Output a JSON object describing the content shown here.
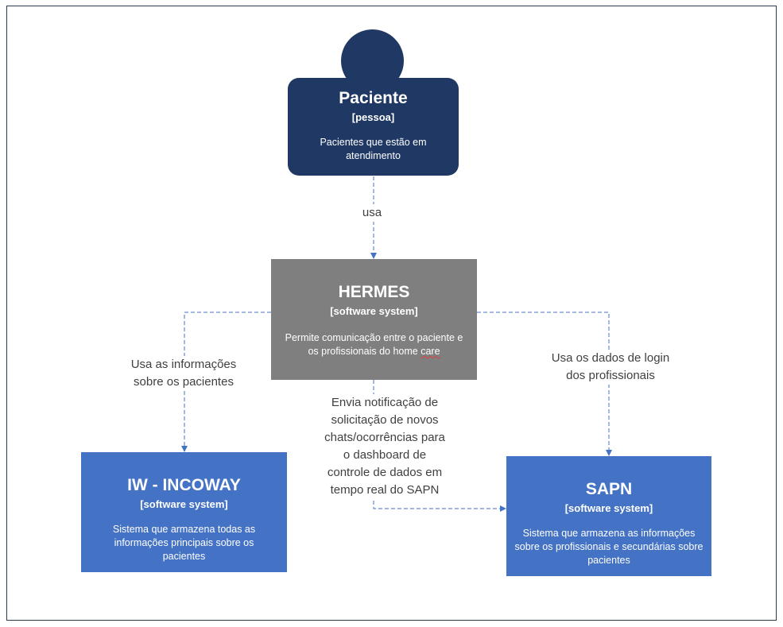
{
  "person": {
    "title": "Paciente",
    "type": "[pessoa]",
    "description": "Pacientes que estão em atendimento"
  },
  "hermes": {
    "title": "HERMES",
    "type": "[software system]",
    "description_main": "Permite comunicação entre o paciente e os profissionais do home",
    "description_tail": "care"
  },
  "incoway": {
    "title": "IW - INCOWAY",
    "type": "[software system]",
    "description": "Sistema que armazena todas as informações principais sobre os pacientes"
  },
  "sapn": {
    "title": "SAPN",
    "type": "[software system]",
    "description": "Sistema que armazena as informações sobre os profissionais e secundárias sobre pacientes"
  },
  "relations": {
    "paciente_hermes": "usa",
    "hermes_incoway_line1": "Usa as informações",
    "hermes_incoway_line2": "sobre os pacientes",
    "hermes_sapn_line1": "Usa os dados de login",
    "hermes_sapn_line2": "dos profissionais",
    "hermes_sapn_notify": [
      "Envia notificação de",
      "solicitação de novos",
      "chats/ocorrências para",
      "o dashboard de",
      "controle de dados em",
      "tempo real do SAPN"
    ]
  },
  "colors": {
    "person": "#1f3864",
    "hermes": "#7f7f7f",
    "external": "#4472c4",
    "connector": "#4472c4"
  }
}
